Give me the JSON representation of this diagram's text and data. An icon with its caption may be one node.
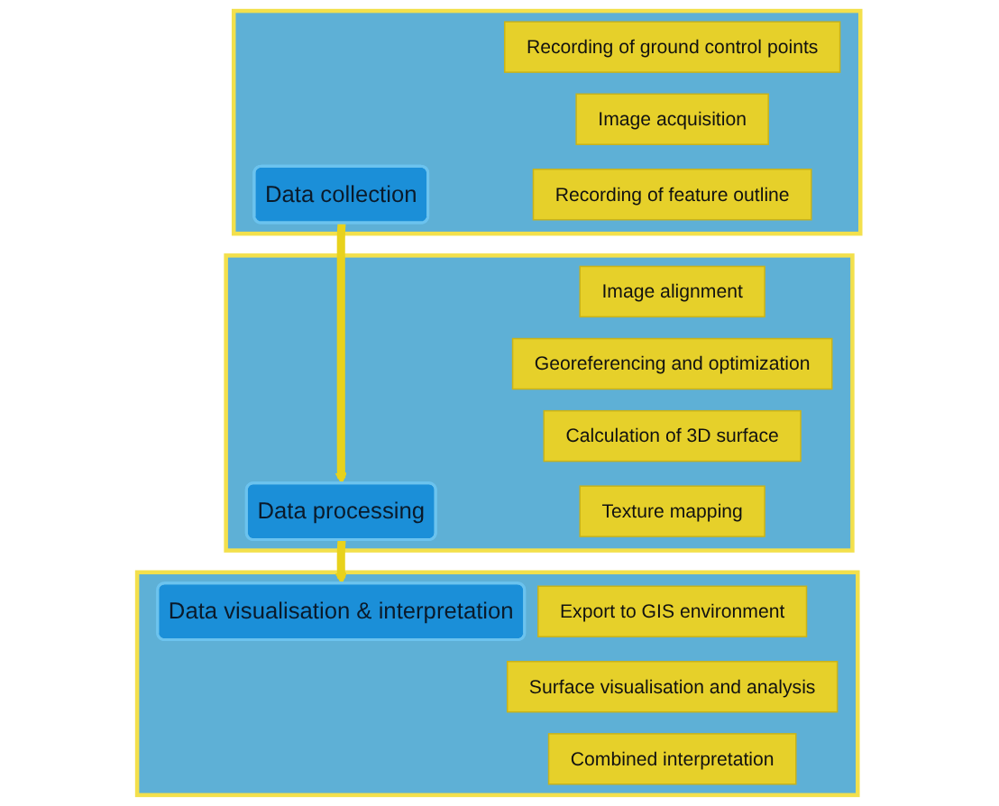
{
  "diagram": {
    "nodes": [
      {
        "text": [],
        "shape": "box"
      },
      {
        "text": [
          "Data collection"
        ],
        "in": 0
      },
      {
        "text": [
          "Recording of ground control points"
        ],
        "in": 0
      },
      {
        "text": [
          "Image acquisition"
        ],
        "in": 0
      },
      {
        "text": [
          "Recording of feature outline"
        ],
        "in": 0
      },
      {
        "text": [],
        "shape": "box"
      },
      {
        "text": [
          "Data processing"
        ],
        "in": 5
      },
      {
        "text": [
          "Image alignment"
        ],
        "in": 5
      },
      {
        "text": [
          "Georeferencing and optimization"
        ],
        "in": 5
      },
      {
        "text": [
          "Calculation of 3D surface"
        ],
        "in": 5
      },
      {
        "text": [
          "Texture mapping"
        ],
        "in": 5
      },
      {
        "text": [],
        "shape": "box"
      },
      {
        "text": [
          "Data visualisation & interpretation"
        ],
        "in": 11
      },
      {
        "text": [
          "Export to GIS environment"
        ],
        "in": 11
      },
      {
        "text": [
          "Surface visualisation and analysis"
        ],
        "in": 11
      },
      {
        "text": [
          "Combined interpretation"
        ],
        "in": 11
      }
    ],
    "edges": [
      {
        "from": 1,
        "to": 6,
        "arrow": "to"
      },
      {
        "from": 6,
        "to": 12,
        "arrow": "to"
      }
    ]
  }
}
